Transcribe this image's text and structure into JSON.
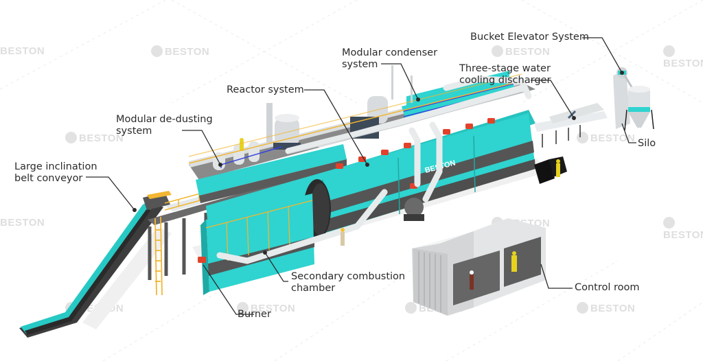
{
  "diagram": {
    "subject": "Pyrolysis plant equipment layout",
    "brand_watermark": "BESTON",
    "colors": {
      "reactor_teal": "#2fd3cf",
      "reactor_dark_band": "#5a5a5a",
      "railing_yellow": "#f2b632",
      "valve_red": "#e2422b",
      "pipe_white": "#eef0f1",
      "leader_line": "#2b2b2b",
      "label_text": "#2b2b2b",
      "background": "#ffffff"
    },
    "labels": [
      {
        "id": "bucket-elevator",
        "text": "Bucket Elevator System"
      },
      {
        "id": "condenser",
        "line1": "Modular condenser",
        "line2": "system"
      },
      {
        "id": "water-cooling",
        "line1": "Three-stage water",
        "line2": "cooling discharger"
      },
      {
        "id": "reactor",
        "text": "Reactor system"
      },
      {
        "id": "de-dusting",
        "line1": "Modular de-dusting",
        "line2": "system"
      },
      {
        "id": "belt-conveyor",
        "line1": "Large inclination",
        "line2": "belt conveyor"
      },
      {
        "id": "silo",
        "text": "Silo"
      },
      {
        "id": "secondary-combustion",
        "line1": "Secondary combustion",
        "line2": "chamber"
      },
      {
        "id": "control-room",
        "text": "Control room"
      },
      {
        "id": "burner",
        "text": "Burner"
      }
    ],
    "reactor_badge": "BESTON"
  }
}
